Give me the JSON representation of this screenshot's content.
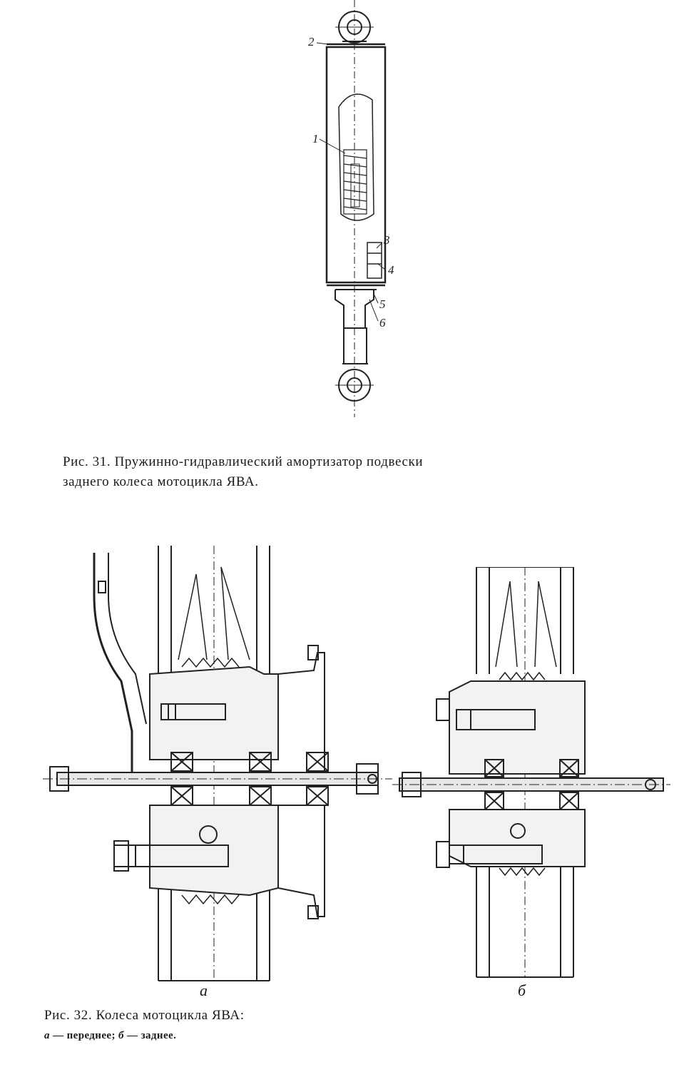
{
  "figure31": {
    "caption_line1": "Рис. 31. Пружинно-гидравлический амортизатор подвески",
    "caption_line2": "заднего колеса мотоцикла ЯВА.",
    "callouts": [
      "1",
      "2",
      "3",
      "4",
      "5",
      "6"
    ]
  },
  "figure32": {
    "caption_title": "Рис. 32. Колеса мотоцикла ЯВА:",
    "caption_sub_a_letter": "а",
    "caption_sub_a_text": " — переднее; ",
    "caption_sub_b_letter": "б",
    "caption_sub_b_text": " — заднее.",
    "label_a": "а",
    "label_b": "б"
  }
}
